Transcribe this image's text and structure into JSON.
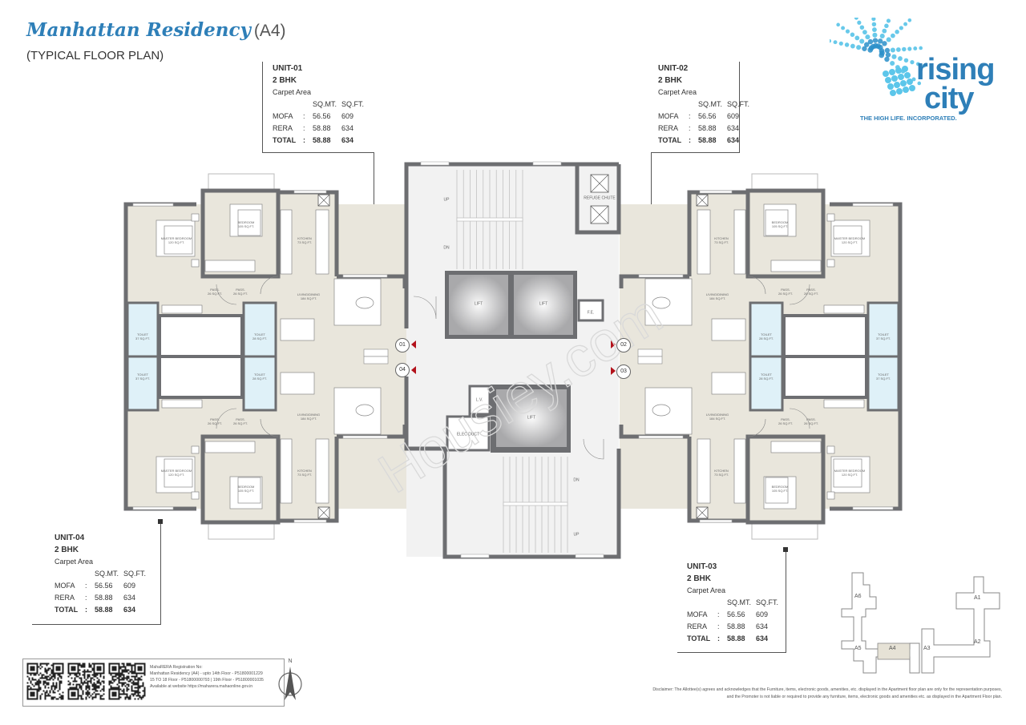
{
  "header": {
    "title": "Manhattan Residency",
    "title_suffix": "(A4)",
    "subtitle": "(TYPICAL FLOOR PLAN)"
  },
  "logo": {
    "line1": "rising",
    "line2": "city",
    "tagline": "THE HIGH LIFE. INCORPORATED.",
    "color": "#2e7fb8",
    "accent": "#3fb6e0"
  },
  "units": [
    {
      "id": "unit-01",
      "name": "UNIT-01",
      "type": "2 BHK",
      "area_label": "Carpet Area",
      "col1": "SQ.MT.",
      "col2": "SQ.FT.",
      "rows": [
        {
          "label": "MOFA",
          "sep": ":",
          "sqmt": "56.56",
          "sqft": "609"
        },
        {
          "label": "RERA",
          "sep": ":",
          "sqmt": "58.88",
          "sqft": "634"
        },
        {
          "label": "TOTAL",
          "sep": ":",
          "sqmt": "58.88",
          "sqft": "634"
        }
      ]
    },
    {
      "id": "unit-02",
      "name": "UNIT-02",
      "type": "2 BHK",
      "area_label": "Carpet Area",
      "col1": "SQ.MT.",
      "col2": "SQ.FT.",
      "rows": [
        {
          "label": "MOFA",
          "sep": ":",
          "sqmt": "56.56",
          "sqft": "609"
        },
        {
          "label": "RERA",
          "sep": ":",
          "sqmt": "58.88",
          "sqft": "634"
        },
        {
          "label": "TOTAL",
          "sep": ":",
          "sqmt": "58.88",
          "sqft": "634"
        }
      ]
    },
    {
      "id": "unit-04",
      "name": "UNIT-04",
      "type": "2 BHK",
      "area_label": "Carpet Area",
      "col1": "SQ.MT.",
      "col2": "SQ.FT.",
      "rows": [
        {
          "label": "MOFA",
          "sep": ":",
          "sqmt": "56.56",
          "sqft": "609"
        },
        {
          "label": "RERA",
          "sep": ":",
          "sqmt": "58.88",
          "sqft": "634"
        },
        {
          "label": "TOTAL",
          "sep": ":",
          "sqmt": "58.88",
          "sqft": "634"
        }
      ]
    },
    {
      "id": "unit-03",
      "name": "UNIT-03",
      "type": "2 BHK",
      "area_label": "Carpet Area",
      "col1": "SQ.MT.",
      "col2": "SQ.FT.",
      "rows": [
        {
          "label": "MOFA",
          "sep": ":",
          "sqmt": "56.56",
          "sqft": "609"
        },
        {
          "label": "RERA",
          "sep": ":",
          "sqmt": "58.88",
          "sqft": "634"
        },
        {
          "label": "TOTAL",
          "sep": ":",
          "sqmt": "58.88",
          "sqft": "634"
        }
      ]
    }
  ],
  "plan": {
    "rooms": {
      "master": "MASTER BEDROOM",
      "master_area": "120 SQ.FT.",
      "bedroom": "BEDROOM",
      "bedroom_area": "105 SQ.FT.",
      "kitchen": "KITCHEN",
      "kitchen_area": "73 SQ.FT.",
      "living": "LIVING/DINING",
      "living_area": "184 SQ.FT.",
      "toilet": "TOILET",
      "toilet_area": "37 SQ.FT.",
      "toilet2_area": "28 SQ.FT.",
      "passage": "PASS.",
      "passage_area": "26 SQ.FT."
    },
    "core": {
      "lift": "LIFT",
      "up": "UP",
      "dn": "DN",
      "fe": "F.E.",
      "lv": "L.V.",
      "elec": "ELEC DUCT",
      "refuge": "REFUGE CHUTE"
    },
    "markers": [
      "01",
      "02",
      "03",
      "04"
    ],
    "colors": {
      "wall": "#6d6e71",
      "room": "#e9e6dc",
      "toilet": "#dff1f8",
      "core": "#f2f2f2",
      "entry": "#b3121b"
    }
  },
  "watermark": "Housiey.com",
  "registration": {
    "heading": "MahaRERA Registration No:",
    "line1": "Manhattan Residency (A4) - upto 14th Floor - P51800001229",
    "line2": "15 TO 18 Floor - P51800000793 | 19th Floor - P51800001035",
    "line3": "Available at website https://maharera.mahaonline.gov.in"
  },
  "compass": {
    "label": "N"
  },
  "key_plan": {
    "wings": [
      "A1",
      "A2",
      "A3",
      "A4",
      "A5",
      "A6"
    ],
    "highlighted": "A4"
  },
  "disclaimer": {
    "line1": "Disclaimer: The Allottee(s) agrees and acknowledges that the Furniture, items, electronic goods, amenities, etc. displayed in the Apartment floor plan are only for the representation purposes,",
    "line2": "and the Promoter is not liable or required to provide any furniture, items, electronic goods and amenities etc. as displayed in the Apartment Floor plan."
  }
}
